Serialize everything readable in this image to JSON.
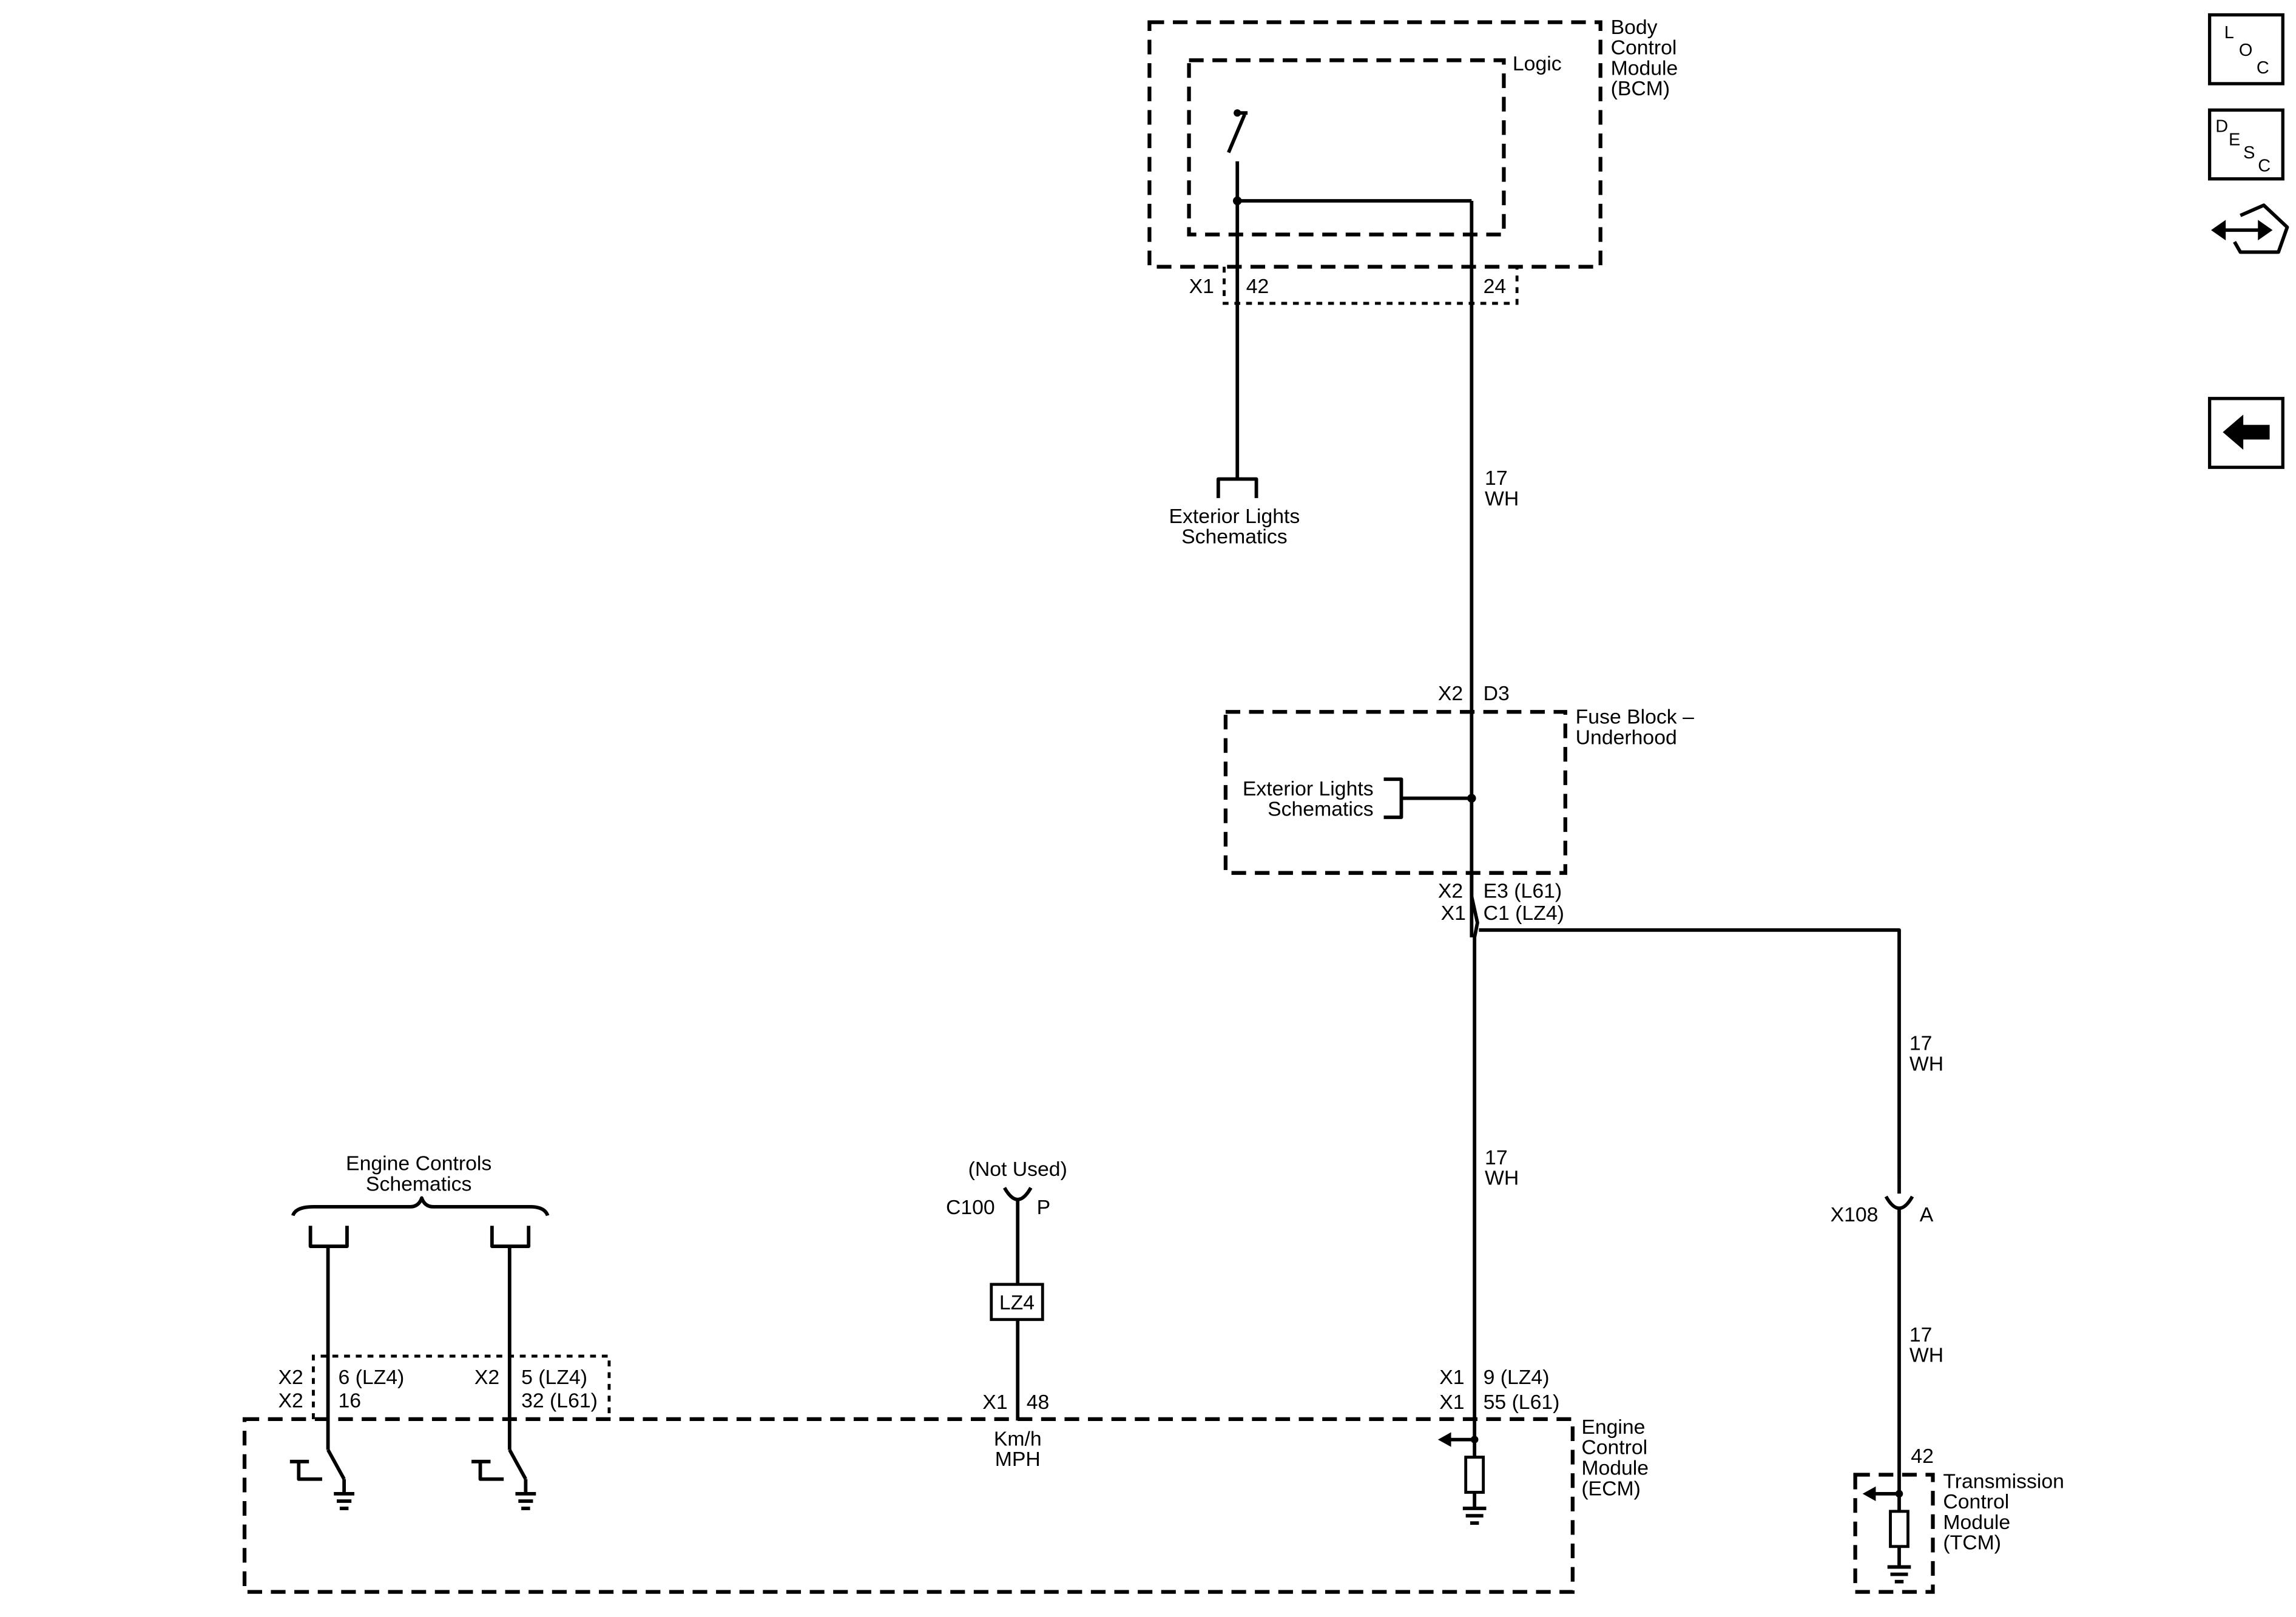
{
  "modules": {
    "bcm": {
      "l1": "Body",
      "l2": "Control",
      "l3": "Module",
      "l4": "(BCM)",
      "logic": "Logic"
    },
    "fuse_block": {
      "l1": "Fuse Block –",
      "l2": "Underhood"
    },
    "ecm": {
      "l1": "Engine",
      "l2": "Control",
      "l3": "Module",
      "l4": "(ECM)"
    },
    "tcm": {
      "l1": "Transmission",
      "l2": "Control",
      "l3": "Module",
      "l4": "(TCM)"
    }
  },
  "refs": {
    "ext_lights_l1": "Exterior Lights",
    "ext_lights_l2": "Schematics",
    "engine_l1": "Engine Controls",
    "engine_l2": "Schematics"
  },
  "connectors": {
    "bcm_x1": "X1",
    "bcm_42": "42",
    "bcm_24": "24",
    "fb_x2_top": "X2",
    "fb_d3": "D3",
    "fb_x2_bot": "X2",
    "fb_e3": "E3 (L61)",
    "fb_x1_bot": "X1",
    "fb_c1": "C1 (LZ4)",
    "not_used": "(Not Used)",
    "c100": "C100",
    "c100_p": "P",
    "lz4": "LZ4",
    "ecm_x1_48": "X1",
    "ecm_48": "48",
    "ecm_x1_9": "X1",
    "ecm_9": "9 (LZ4)",
    "ecm_x1_55": "X1",
    "ecm_55": "55 (L61)",
    "ecm_x2_a": "X2",
    "ecm_6": "6 (LZ4)",
    "ecm_x2_b": "X2",
    "ecm_16": "16",
    "ecm_x2_c": "X2",
    "ecm_5": "5 (LZ4)",
    "ecm_32": "32 (L61)",
    "kmh": "Km/h",
    "mph": "MPH",
    "x108": "X108",
    "x108_a": "A",
    "tcm_42": "42"
  },
  "wires": {
    "w1_gauge": "17",
    "w1_color": "WH",
    "w2_gauge": "17",
    "w2_color": "WH",
    "w3_gauge": "17",
    "w3_color": "WH",
    "w4_gauge": "17",
    "w4_color": "WH"
  },
  "side_icons": {
    "loc": {
      "a": "L",
      "b": "O",
      "c": "C"
    },
    "desc": {
      "a": "D",
      "b": "E",
      "c": "S",
      "d": "C"
    },
    "connector_icon": "connector-icon",
    "back_icon": "arrow-left-icon"
  }
}
